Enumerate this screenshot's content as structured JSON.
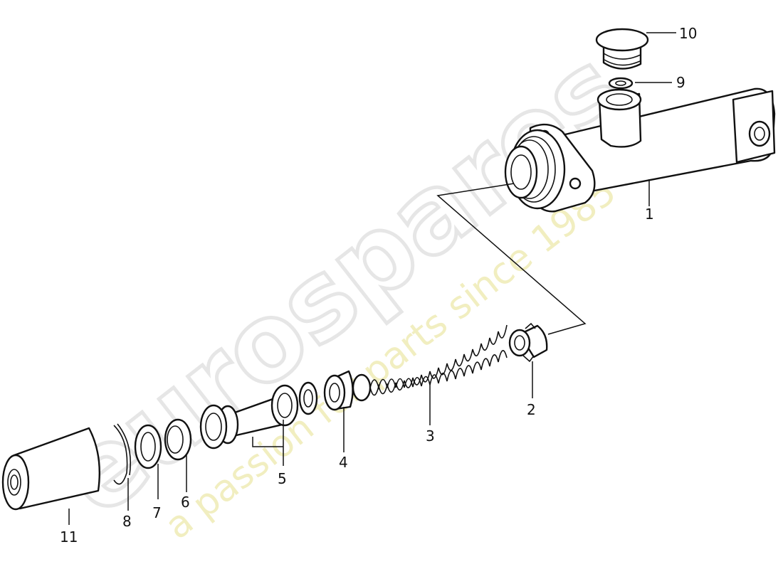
{
  "watermark": {
    "brand": "eurospares",
    "tagline": "a passion for parts since 1985"
  },
  "callouts": [
    {
      "id": "1",
      "label": "1"
    },
    {
      "id": "2",
      "label": "2"
    },
    {
      "id": "3",
      "label": "3"
    },
    {
      "id": "4",
      "label": "4"
    },
    {
      "id": "5",
      "label": "5"
    },
    {
      "id": "6",
      "label": "6"
    },
    {
      "id": "7",
      "label": "7"
    },
    {
      "id": "8",
      "label": "8"
    },
    {
      "id": "9",
      "label": "9"
    },
    {
      "id": "10",
      "label": "10"
    },
    {
      "id": "11",
      "label": "11"
    }
  ],
  "colors": {
    "line": "#111111",
    "watermark_brand": "#e6e6e6",
    "watermark_tagline": "#f1eec0"
  }
}
